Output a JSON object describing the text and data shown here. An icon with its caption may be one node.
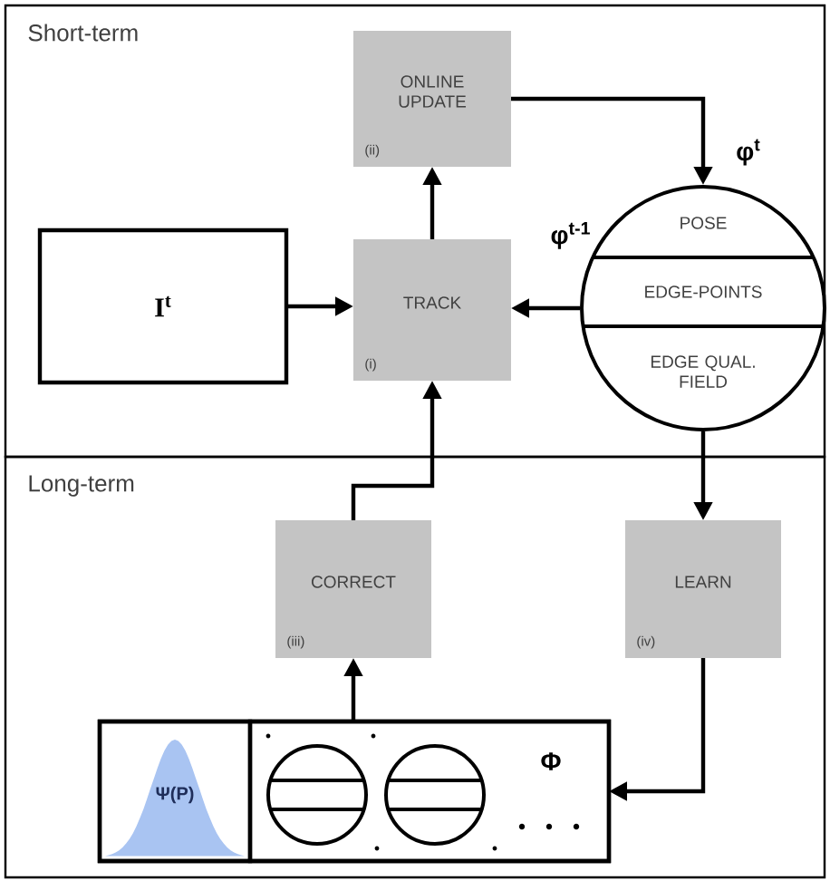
{
  "diagram": {
    "nodes": [
      {
        "text": [
          "Short-term"
        ]
      },
      {
        "text": [
          "ONLINE UPDATE",
          "(ii)"
        ],
        "in": 0
      },
      {
        "text": [
          "I$^{t}$"
        ],
        "in": 0
      },
      {
        "text": [
          "TRACK",
          "(i)"
        ],
        "in": 0
      },
      {
        "text": [
          "POSE",
          "EDGE-POINTS",
          "EDGE QUAL. FIELD"
        ],
        "in": 0
      },
      {
        "text": [
          "Long-term"
        ]
      },
      {
        "text": [
          "CORRECT",
          "(iii)"
        ],
        "in": 5
      },
      {
        "text": [
          "LEARN",
          "(iv)"
        ],
        "in": 5
      },
      {
        "text": [],
        "shape": "box",
        "in": 5
      },
      {
        "text": [
          "Ψ(P)"
        ],
        "in": 8
      },
      {
        "text": [
          "Φ"
        ],
        "in": 8
      }
    ],
    "edges": [
      {
        "from": 3,
        "to": 1,
        "arrow": "to"
      },
      {
        "from": 1,
        "to": 4,
        "arrow": "to",
        "label": "φ$^{t}$"
      },
      {
        "from": 2,
        "to": 3,
        "arrow": "to"
      },
      {
        "from": 4,
        "to": 3,
        "arrow": "to",
        "label": "φ$^{t-1}$"
      },
      {
        "from": 6,
        "to": 3,
        "arrow": "to"
      },
      {
        "from": 4,
        "to": 7,
        "arrow": "to"
      },
      {
        "from": 7,
        "to": 10,
        "arrow": "to"
      },
      {
        "from": 10,
        "to": 6,
        "arrow": "to"
      }
    ]
  }
}
